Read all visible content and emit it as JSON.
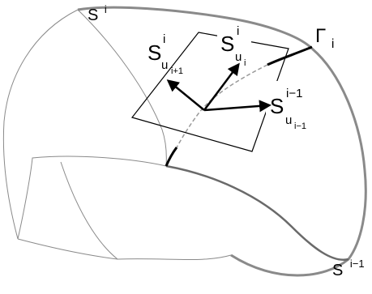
{
  "figure": {
    "labels": {
      "surface_top": {
        "base": "S",
        "sup": "i"
      },
      "surface_bottom": {
        "base": "S",
        "sup": "i−1"
      },
      "curve": {
        "base": "Γ",
        "sub": "i"
      },
      "tangent_left": {
        "base": "S",
        "sup": "i",
        "sub": "u",
        "subsub": "i+1"
      },
      "tangent_up": {
        "base": "S",
        "sup": "i",
        "sub": "u",
        "subsub": "i"
      },
      "tangent_right": {
        "base": "S",
        "sup": "i−1",
        "sub": "u",
        "subsub": "i−1"
      }
    },
    "colors": {
      "outline": "#7a7a7a",
      "curve": "#000000",
      "plane": "#000000",
      "dashed": "#999999"
    }
  }
}
